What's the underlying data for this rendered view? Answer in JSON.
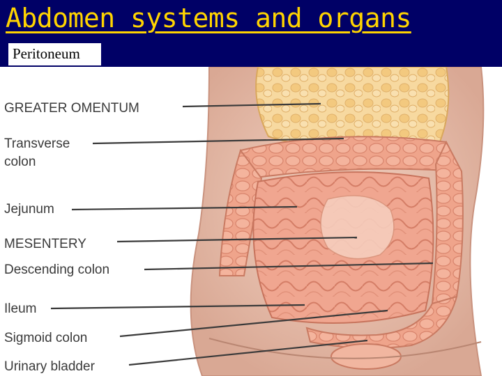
{
  "slide": {
    "title": "Abdomen systems and organs",
    "subtitle": "Peritoneum"
  },
  "labels": {
    "greater_omentum": "GREATER OMENTUM",
    "transverse_colon_1": "Transverse",
    "transverse_colon_2": "colon",
    "jejunum": "Jejunum",
    "mesentery": "MESENTERY",
    "descending_colon": "Descending colon",
    "ileum": "Ileum",
    "sigmoid_colon": "Sigmoid colon",
    "urinary_bladder": "Urinary bladder"
  },
  "colors": {
    "header_bg": "#000066",
    "title": "#ffd400",
    "omentum": "#f7d9a0",
    "intestine": "#f2a78e",
    "skin": "#e9c3b1"
  }
}
